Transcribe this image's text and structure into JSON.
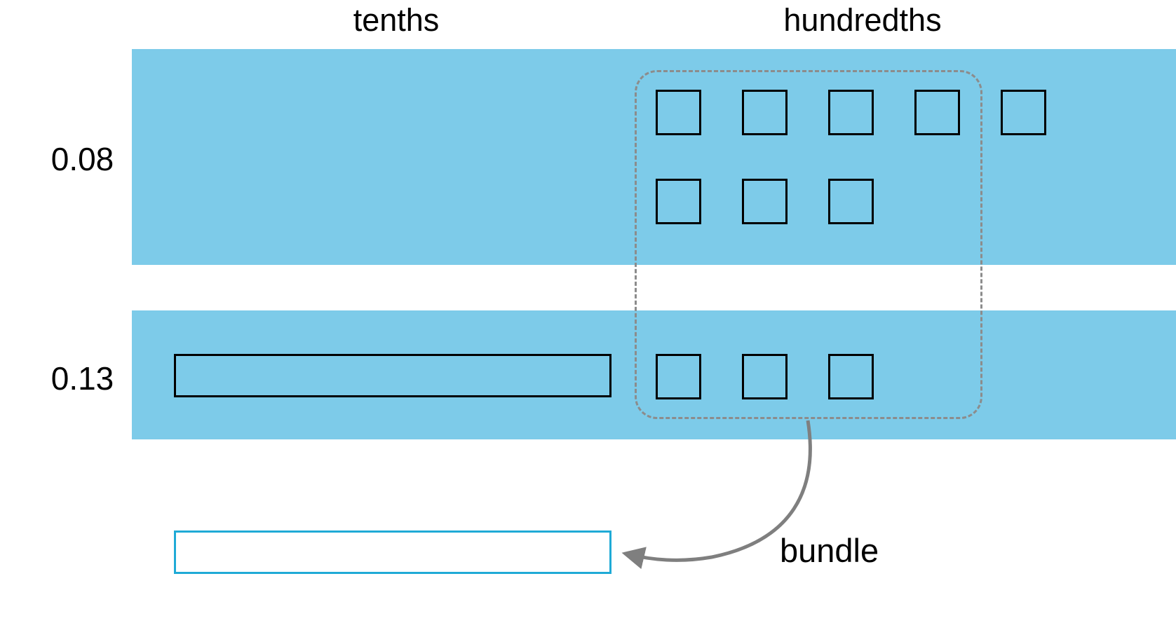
{
  "headers": {
    "tenths": "tenths",
    "hundredths": "hundredths"
  },
  "rows": [
    {
      "label": "0.08",
      "tenths_count": 0,
      "hundredths_count": 8,
      "hundredths_layout": [
        5,
        3
      ]
    },
    {
      "label": "0.13",
      "tenths_count": 1,
      "hundredths_count": 3,
      "hundredths_layout": [
        3
      ]
    }
  ],
  "bundle": {
    "label": "bundle",
    "enclosed_hundredths_count": 10
  },
  "colors": {
    "band": "#7DCBE9",
    "block_border": "#000000",
    "bundle_border": "#1FAAD6",
    "dashed_outline": "#8C8C8C",
    "arrow": "#7F7F7F"
  }
}
